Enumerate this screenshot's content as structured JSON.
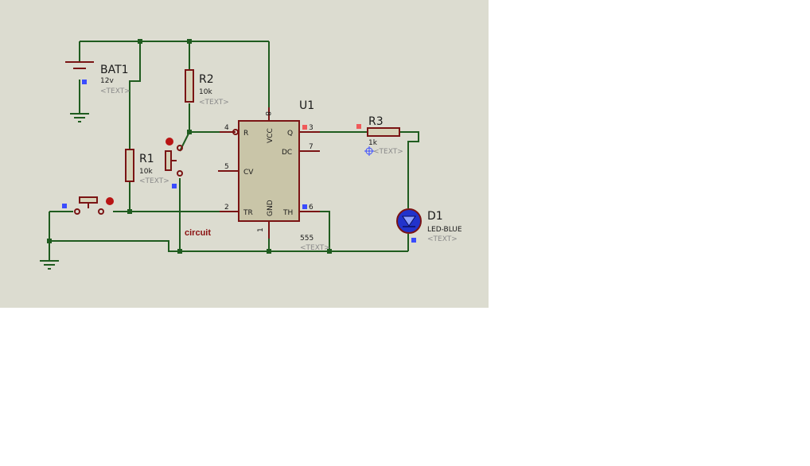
{
  "colors": {
    "sheet": "#dcdcd0",
    "wire": "#1f5c1f",
    "component": "#7a1414",
    "led_blue": "#2233cc",
    "marker_blue": "#3a4cff",
    "marker_red": "#f05a5a"
  },
  "components": {
    "bat1": {
      "ref": "BAT1",
      "value": "12v",
      "text": "<TEXT>"
    },
    "r1": {
      "ref": "R1",
      "value": "10k",
      "text": "<TEXT>"
    },
    "r2": {
      "ref": "R2",
      "value": "10k",
      "text": "<TEXT>"
    },
    "r3": {
      "ref": "R3",
      "value": "1k",
      "text": "<TEXT>"
    },
    "d1": {
      "ref": "D1",
      "value": "LED-BLUE",
      "text": "<TEXT>"
    },
    "u1": {
      "ref": "U1",
      "value": "555",
      "text": "<TEXT>",
      "pins": {
        "r": "R",
        "vcc": "VCC",
        "q": "Q",
        "dc": "DC",
        "cv": "CV",
        "tr": "TR",
        "gnd": "GND",
        "th": "TH"
      },
      "pin_numbers": {
        "p1": "1",
        "p2": "2",
        "p3": "3",
        "p4": "4",
        "p5": "5",
        "p6": "6",
        "p7": "7",
        "p8": "8"
      }
    }
  },
  "net_label": "circuit",
  "icons": [
    "ground-icon",
    "battery-icon",
    "push-button-icon",
    "probe-crosshair-icon"
  ]
}
